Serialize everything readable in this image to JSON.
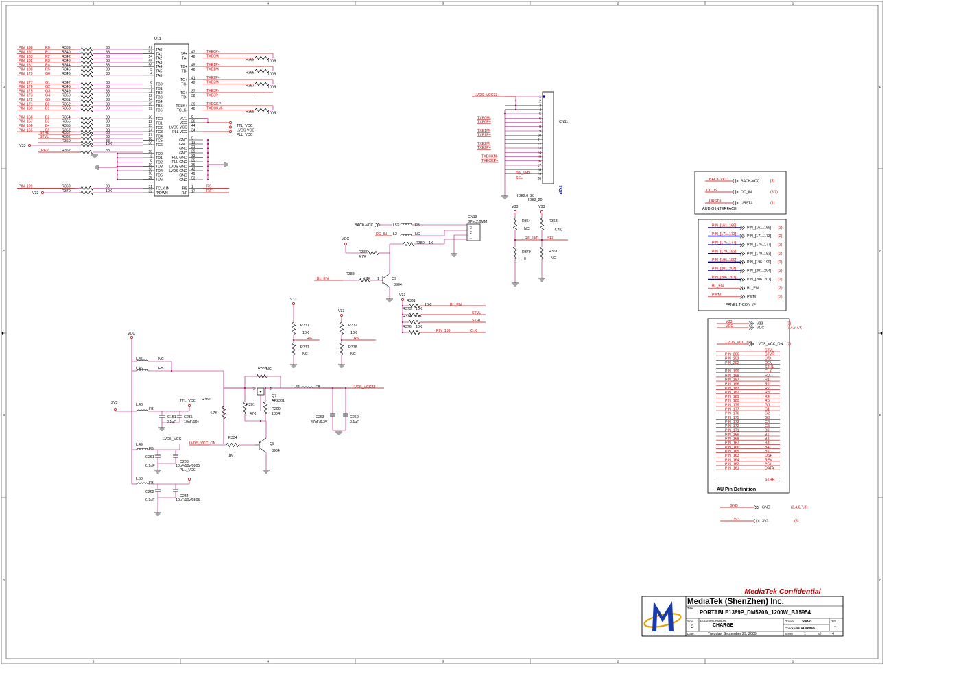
{
  "frame": {
    "top_zones": [
      "5",
      "4",
      "3",
      "2",
      "1"
    ],
    "side_zones": [
      "D",
      "C",
      "B",
      "A"
    ]
  },
  "u11": {
    "ref": "U11",
    "left_pins": [
      {
        "name": "TA0",
        "num": "51"
      },
      {
        "name": "TA1",
        "num": "52"
      },
      {
        "name": "TA2",
        "num": "54"
      },
      {
        "name": "TA3",
        "num": "55"
      },
      {
        "name": "TA4",
        "num": "56"
      },
      {
        "name": "TA5",
        "num": "3"
      },
      {
        "name": "TA6",
        "num": "4"
      },
      {
        "name": "TB0",
        "num": "6"
      },
      {
        "name": "TB1",
        "num": "7"
      },
      {
        "name": "TB2",
        "num": "11"
      },
      {
        "name": "TB3",
        "num": "12"
      },
      {
        "name": "TB4",
        "num": "14"
      },
      {
        "name": "TB5",
        "num": "15"
      },
      {
        "name": "TB6",
        "num": "19"
      },
      {
        "name": "TC0",
        "num": "20"
      },
      {
        "name": "TC1",
        "num": "22"
      },
      {
        "name": "TC2",
        "num": "23"
      },
      {
        "name": "TC3",
        "num": "24"
      },
      {
        "name": "TC4",
        "num": "27"
      },
      {
        "name": "TC5",
        "num": "28"
      },
      {
        "name": "TC6",
        "num": "30"
      },
      {
        "name": "TD0",
        "num": "50"
      },
      {
        "name": "TD1",
        "num": "2"
      },
      {
        "name": "TD2",
        "num": "8"
      },
      {
        "name": "TD3",
        "num": "10"
      },
      {
        "name": "TD4",
        "num": "16"
      },
      {
        "name": "TD5",
        "num": "18"
      },
      {
        "name": "TD6",
        "num": "25"
      },
      {
        "name": "TCLK IN",
        "num": "31"
      },
      {
        "name": "/PDWN",
        "num": "32"
      }
    ],
    "right_pins": [
      {
        "name": "TA+",
        "num": "47",
        "net": "TXE0P+"
      },
      {
        "name": "TA-",
        "num": "48",
        "net": "TXE0M-"
      },
      {
        "name": "TB+",
        "num": "45",
        "net": "TXE1P+"
      },
      {
        "name": "TB-",
        "num": "46",
        "net": "TXE1M-"
      },
      {
        "name": "TC+",
        "num": "41",
        "net": "TXE2P+"
      },
      {
        "name": "TC-",
        "num": "42",
        "net": "TXE2M-"
      },
      {
        "name": "TD+",
        "num": "37",
        "net": "TXE3P-"
      },
      {
        "name": "TD-",
        "num": "38",
        "net": "TXE3P+"
      },
      {
        "name": "TCLK+",
        "num": "39",
        "net": "TXECKP+"
      },
      {
        "name": "TCLK-",
        "num": "40",
        "net": "TXECKM-"
      },
      {
        "name": "VCC",
        "num": "9",
        "net": ""
      },
      {
        "name": "VCC",
        "num": "26",
        "net": "TTL_VCC"
      },
      {
        "name": "LVDS VCC",
        "num": "44",
        "net": "LVDS VCC"
      },
      {
        "name": "PLL VCC",
        "num": "34",
        "net": "PLL_VCC"
      },
      {
        "name": "GND",
        "num": "5",
        "net": ""
      },
      {
        "name": "GND",
        "num": "13",
        "net": ""
      },
      {
        "name": "GND",
        "num": "21",
        "net": ""
      },
      {
        "name": "GND",
        "num": "29",
        "net": ""
      },
      {
        "name": "PLL GND",
        "num": "33",
        "net": ""
      },
      {
        "name": "PLL GND",
        "num": "35",
        "net": ""
      },
      {
        "name": "LVDS GND",
        "num": "36",
        "net": ""
      },
      {
        "name": "LVDS GND",
        "num": "43",
        "net": ""
      },
      {
        "name": "GND",
        "num": "49",
        "net": ""
      },
      {
        "name": "GND",
        "num": "53",
        "net": ""
      },
      {
        "name": "RS",
        "num": "1",
        "net": "RS"
      },
      {
        "name": "R/F",
        "num": "17",
        "net": "R/F"
      }
    ],
    "term_res": [
      {
        "ref": "R365",
        "val": "100R"
      },
      {
        "ref": "R366",
        "val": "100R"
      },
      {
        "ref": "R367",
        "val": "100R"
      },
      {
        "ref": "R368",
        "val": "100R"
      }
    ]
  },
  "inputs": [
    {
      "pin": "PIN_198",
      "sig": "R0",
      "ref": "R339",
      "val": "33"
    },
    {
      "pin": "PIN_197",
      "sig": "R1",
      "ref": "R340",
      "val": "33"
    },
    {
      "pin": "PIN_183",
      "sig": "R2",
      "ref": "R342",
      "val": "33"
    },
    {
      "pin": "PIN_182",
      "sig": "R3",
      "ref": "R343",
      "val": "33"
    },
    {
      "pin": "PIN_181",
      "sig": "R4",
      "ref": "R344",
      "val": "33"
    },
    {
      "pin": "PIN_180",
      "sig": "R5",
      "ref": "R345",
      "val": "33"
    },
    {
      "pin": "PIN_179",
      "sig": "G0",
      "ref": "R346",
      "val": "33"
    },
    {
      "pin": "PIN_177",
      "sig": "G1",
      "ref": "R347",
      "val": "33"
    },
    {
      "pin": "PIN_176",
      "sig": "G2",
      "ref": "R348",
      "val": "33"
    },
    {
      "pin": "PIN_175",
      "sig": "G3",
      "ref": "R349",
      "val": "33"
    },
    {
      "pin": "PIN_173",
      "sig": "G4",
      "ref": "R350",
      "val": "33"
    },
    {
      "pin": "PIN_172",
      "sig": "G5",
      "ref": "R351",
      "val": "33"
    },
    {
      "pin": "PIN_171",
      "sig": "B0",
      "ref": "R352",
      "val": "33"
    },
    {
      "pin": "PIN_169",
      "sig": "B1",
      "ref": "R353",
      "val": "33"
    },
    {
      "pin": "PIN_168",
      "sig": "B2",
      "ref": "R354",
      "val": "33"
    },
    {
      "pin": "PIN_167",
      "sig": "B3",
      "ref": "R355",
      "val": "33"
    },
    {
      "pin": "PIN_166",
      "sig": "B4",
      "ref": "R356",
      "val": "33"
    },
    {
      "pin": "PIN_165",
      "sig": "B5",
      "ref": "R357",
      "val": "33"
    },
    {
      "pin": "",
      "sig": "STHL",
      "ref": "R337",
      "val": "33"
    },
    {
      "pin": "",
      "sig": "STVL",
      "ref": "R332",
      "val": "33"
    },
    {
      "pin": "",
      "sig": "",
      "ref": "R360",
      "val": "33"
    },
    {
      "pin": "V33",
      "sig": "",
      "ref": "",
      "val": "10K"
    },
    {
      "pin": "",
      "sig": "REV",
      "ref": "R362",
      "val": "33"
    }
  ],
  "tclk": [
    {
      "pin": "PIN_199",
      "ref": "R369",
      "val": "33"
    },
    {
      "pin": "V33",
      "ref": "R370",
      "val": "10K"
    }
  ],
  "cn11": {
    "ref": "CN11",
    "net_vcc": "LVDS_VCC33",
    "pins": [
      "1",
      "2",
      "3",
      "4",
      "5",
      "6",
      "7",
      "8",
      "9",
      "10",
      "11",
      "12",
      "13",
      "14",
      "15",
      "16",
      "17",
      "18",
      "19",
      "20"
    ],
    "nets": [
      "TXE0M-",
      "TXE0P+",
      "TXE1M-",
      "TXE1P+",
      "TXE2M-",
      "TXE2P+",
      "TXECKM-",
      "TXECKP+",
      "R/L_U/D",
      "SEL"
    ],
    "label_top": "TOP",
    "footprint1": "IDE2.0_20",
    "footprint2": "IDE2_20"
  },
  "audio": {
    "caption": "AUDIO INTERFACE",
    "rows": [
      {
        "net": "BACK-VCC",
        "port": "BACK-VCC",
        "ref": "[3]"
      },
      {
        "net": "DC_IN",
        "port": "DC_IN",
        "ref": "(3,7)"
      },
      {
        "net": "URST#",
        "port": "URST#",
        "ref": "(1)"
      }
    ]
  },
  "panel": {
    "caption": "PANEL T-CON I/F",
    "rows": [
      {
        "net": "PIN_[161..169]",
        "port": "PIN_[161..169]",
        "ref": "(2)"
      },
      {
        "net": "PIN_[171..173]",
        "port": "PIN_[171..173]",
        "ref": "(2)"
      },
      {
        "net": "PIN_[175..177]",
        "port": "PIN_[175..177]",
        "ref": "(2)"
      },
      {
        "net": "PIN_[179..183]",
        "port": "PIN_[179..183]",
        "ref": "(2)"
      },
      {
        "net": "PIN_[196..199]",
        "port": "PIN_[196..199]",
        "ref": "(2)"
      },
      {
        "net": "PIN_[201..204]",
        "port": "PIN_[201..204]",
        "ref": "(2)"
      },
      {
        "net": "PIN_[206..207]",
        "port": "PIN_[206..207]",
        "ref": "(2)"
      },
      {
        "net": "BL_EN",
        "port": "BL_EN",
        "ref": "(2)"
      },
      {
        "net": "PWM",
        "port": "PWM",
        "ref": "(2)"
      }
    ]
  },
  "au": {
    "caption": "AU Pin Definition",
    "ports": [
      {
        "net": "V33",
        "port": "V33",
        "ref": "(3)"
      },
      {
        "net": "VCC",
        "port": "VCC",
        "ref": "(3,4,6,7,9)"
      },
      {
        "net": "LVDS_VCC_ON",
        "port": "LVDS_VCC_ON",
        "ref": "(2)"
      }
    ],
    "rows": [
      [
        "",
        "STVL"
      ],
      [
        "PIN_206",
        "STVR"
      ],
      [
        "PIN_203",
        "U/D"
      ],
      [
        "PIN_202",
        "OEV"
      ],
      [
        "",
        "STHL"
      ],
      [
        "PIN_199",
        "CLK"
      ],
      [
        "PIN_198",
        "R0"
      ],
      [
        "PIN_197",
        "R1"
      ],
      [
        "PIN_196",
        "R/L"
      ],
      [
        "PIN_183",
        "R2"
      ],
      [
        "PIN_182",
        "R3"
      ],
      [
        "PIN_181",
        "R4"
      ],
      [
        "PIN_180",
        "R5"
      ],
      [
        "PIN_179",
        "G0"
      ],
      [
        "PIN_177",
        "G1"
      ],
      [
        "PIN_176",
        "G2"
      ],
      [
        "PIN_175",
        "G3"
      ],
      [
        "PIN_173",
        "G4"
      ],
      [
        "PIN_172",
        "G5"
      ],
      [
        "PIN_171",
        "B0"
      ],
      [
        "PIN_169",
        "B1"
      ],
      [
        "PIN_168",
        "B2"
      ],
      [
        "PIN_167",
        "B3"
      ],
      [
        "PIN_166",
        "B4"
      ],
      [
        "PIN_165",
        "B5"
      ],
      [
        "PIN_163",
        "OSH"
      ],
      [
        "PIN_164",
        "REV"
      ],
      [
        "PIN_162",
        "POL"
      ],
      [
        "PIN_161",
        "DATA"
      ]
    ],
    "last_right": "STHR"
  },
  "gnd_ports": [
    {
      "net": "GND",
      "port": "GND",
      "ref": "(3,4,6,7,8)"
    },
    {
      "net": "3V3",
      "port": "3V3",
      "ref": "(3)"
    }
  ],
  "power": {
    "vcc": "VCC",
    "l45": {
      "ref": "L45",
      "val": "NC"
    },
    "l46": {
      "ref": "L46",
      "val": "FB"
    },
    "v3v3": "3V3",
    "l48": {
      "ref": "L48",
      "val": "FB"
    },
    "c151": {
      "ref": "C151",
      "val": "0.1uF"
    },
    "c235": {
      "ref": "C235",
      "val": "10uF/16v"
    },
    "ttl_vcc": "TTL_VCC",
    "r382": "R382",
    "r382v": "4.7K",
    "lvds_vcc": "LVDS_VCC",
    "l49": {
      "ref": "L49",
      "val": "FB"
    },
    "c261": {
      "ref": "C261",
      "val": "0.1uF"
    },
    "c233": {
      "ref": "C233",
      "val": "10uF/10v/0805"
    },
    "pll_vcc": "PLL_VCC",
    "l50": {
      "ref": "L50",
      "val": "FB"
    },
    "c262": {
      "ref": "C262",
      "val": "0.1uF"
    },
    "c234": {
      "ref": "C234",
      "val": "10uF/10v/0805"
    },
    "lvds_on": "LVDS_VCC_ON",
    "r334": {
      "ref": "R334",
      "val": "1K"
    },
    "r383": {
      "ref": "R383",
      "val": "NC"
    },
    "q7": {
      "ref": "Q7",
      "val": "AP2301"
    },
    "r201": {
      "ref": "R201",
      "val": "47K"
    },
    "r200": {
      "ref": "R200",
      "val": "100R"
    },
    "q8": {
      "ref": "Q8",
      "val": "3904"
    },
    "l44": {
      "ref": "L44",
      "val": "FB"
    },
    "lvds33": "LVDS_VCC33",
    "c263": {
      "ref": "C263",
      "val": "47uF/6.3V"
    },
    "c260": {
      "ref": "C260",
      "val": "0.1uF"
    }
  },
  "backlight": {
    "cn13": {
      "ref": "CN13",
      "val": "3Pin,2.0MM"
    },
    "back_vcc": "BACK-VCC",
    "dc_in": "DC_IN",
    "l52": {
      "ref": "L52",
      "val": "FB"
    },
    "l2": {
      "ref": "L2",
      "val": "NC"
    },
    "r380": {
      "ref": "R380",
      "val": "1K"
    },
    "vcc": "VCC",
    "r387": {
      "ref": "R387",
      "val": "4.7K"
    },
    "bl_en": "BL_EN",
    "r388": {
      "ref": "R388",
      "val": "4.7K"
    },
    "q9": {
      "ref": "Q9",
      "val": "3904"
    }
  },
  "selects": {
    "v33": "V33",
    "r381": {
      "ref": "R381",
      "val": "10K",
      "net": "BL_EN"
    },
    "r373": {
      "ref": "R373",
      "val": "10K",
      "net": "STVL"
    },
    "r374": {
      "ref": "R374",
      "val": "10K",
      "net": "STHL"
    },
    "r375": {
      "ref": "R376",
      "val": "10K",
      "net": "CLK",
      "pin": "PIN_199"
    },
    "r371": {
      "ref": "R371",
      "val": "10K"
    },
    "r377": {
      "ref": "R377",
      "val": "NC"
    },
    "rf": "R/F",
    "r372": {
      "ref": "R372",
      "val": "10K"
    },
    "r378": {
      "ref": "R378",
      "val": "NC"
    },
    "rs": "RS",
    "r364": {
      "ref": "R364",
      "val": "NC"
    },
    "r363": {
      "ref": "R363",
      "val": "4.7K"
    },
    "r379": {
      "ref": "R379",
      "val": "0"
    },
    "r361": {
      "ref": "R361",
      "val": "NC"
    },
    "rlud": "R/L_U/D",
    "sel": "SEL"
  },
  "title_block": {
    "confidential": "MediaTek Confidential",
    "company": "MediaTek (ShenZhen) Inc.",
    "title_label": "Title",
    "title": "PORTABLE1389P_DM520A_1200W_BA5954",
    "size_label": "Size",
    "size": "C",
    "doc_label": "Document Number",
    "doc": "CHARGE",
    "rev_label": "Rev",
    "rev": "1",
    "drawn_label": "Drawn:",
    "drawn": "YANG",
    "checked_label": "Checked:",
    "checked": "GUANXING",
    "date_label": "Date:",
    "date": "Tuesday, September 29, 2009",
    "sheet_label": "Sheet",
    "sheet": "1",
    "of_label": "of",
    "of": "4"
  }
}
